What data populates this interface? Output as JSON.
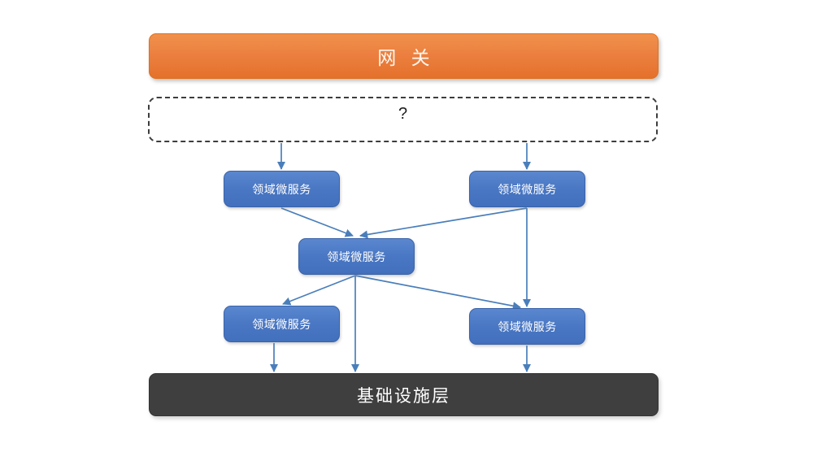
{
  "diagram": {
    "title_gateway": "网 关",
    "unknown_layer_label": "?",
    "infrastructure_label": "基础设施层",
    "service_label": "领域微服务",
    "nodes": [
      {
        "id": "gateway",
        "label": "网 关",
        "role": "gateway-banner"
      },
      {
        "id": "unknown",
        "label": "?",
        "role": "dashed-unknown-band"
      },
      {
        "id": "svc-top-left",
        "label": "领域微服务",
        "role": "domain-microservice"
      },
      {
        "id": "svc-top-right",
        "label": "领域微服务",
        "role": "domain-microservice"
      },
      {
        "id": "svc-middle",
        "label": "领域微服务",
        "role": "domain-microservice"
      },
      {
        "id": "svc-bottom-left",
        "label": "领域微服务",
        "role": "domain-microservice"
      },
      {
        "id": "svc-bottom-right",
        "label": "领域微服务",
        "role": "domain-microservice"
      },
      {
        "id": "infrastructure",
        "label": "基础设施层",
        "role": "infrastructure-layer"
      }
    ],
    "edges": [
      {
        "from": "unknown",
        "to": "svc-top-left",
        "style": "arrow-down"
      },
      {
        "from": "unknown",
        "to": "svc-top-right",
        "style": "arrow-down"
      },
      {
        "from": "svc-top-left",
        "to": "svc-middle",
        "style": "arrow-diagonal"
      },
      {
        "from": "svc-top-right",
        "to": "svc-middle",
        "style": "arrow-diagonal"
      },
      {
        "from": "svc-top-right",
        "to": "svc-bottom-right",
        "style": "arrow-down"
      },
      {
        "from": "svc-middle",
        "to": "svc-bottom-left",
        "style": "arrow-diagonal"
      },
      {
        "from": "svc-middle",
        "to": "svc-bottom-right",
        "style": "arrow-diagonal"
      },
      {
        "from": "svc-middle",
        "to": "infrastructure",
        "style": "arrow-down"
      },
      {
        "from": "svc-bottom-left",
        "to": "infrastructure",
        "style": "arrow-down"
      },
      {
        "from": "svc-bottom-right",
        "to": "infrastructure",
        "style": "arrow-down"
      }
    ],
    "colors": {
      "gateway": "#ec8040",
      "service": "#4a77c3",
      "infrastructure": "#3f3f3f",
      "arrow": "#4a7ebb",
      "dashed_border": "#3d3d3d",
      "background": "#ffffff"
    }
  }
}
